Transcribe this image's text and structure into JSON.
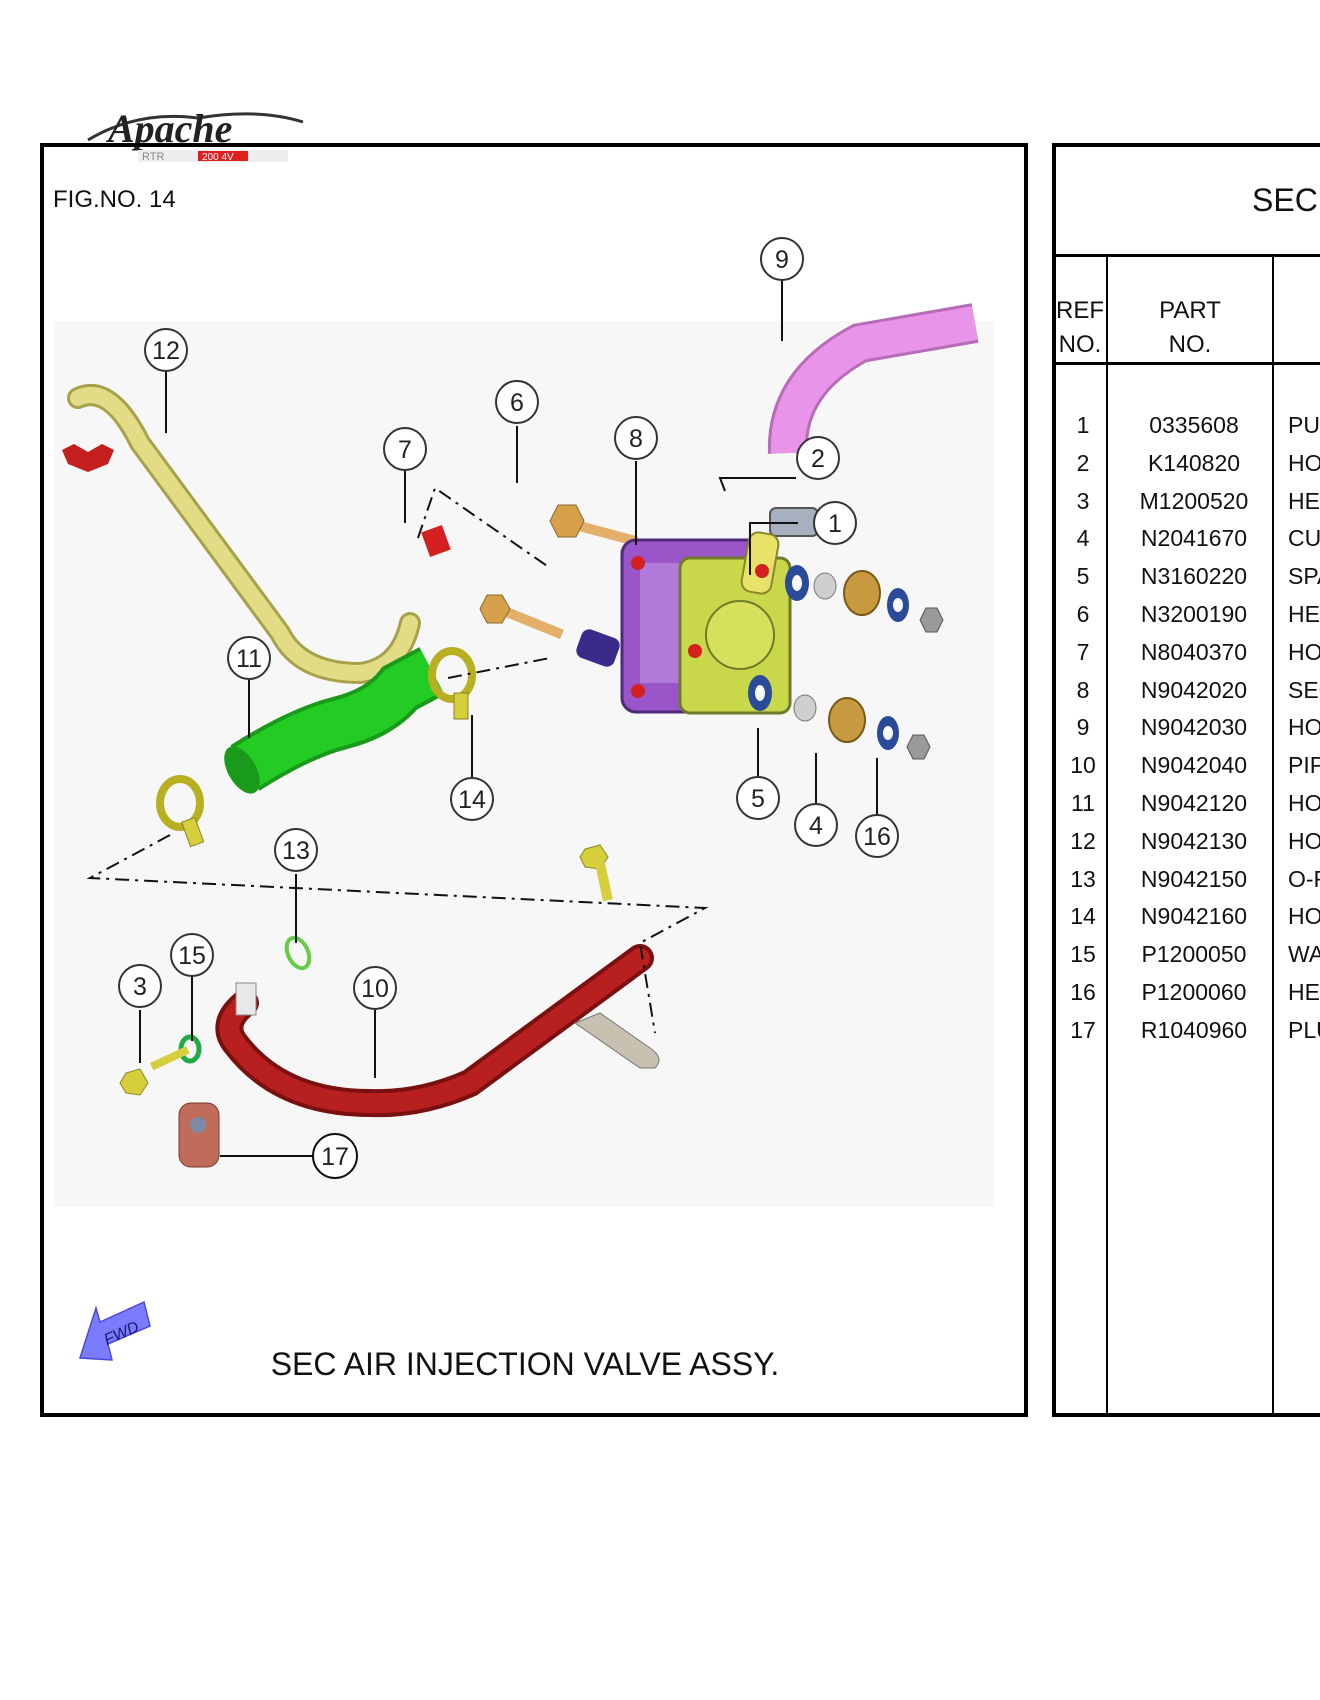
{
  "logo": {
    "text": "Apache",
    "subtext": "RTR 200 4V"
  },
  "figure": {
    "fig_no": "FIG.NO. 14",
    "caption": "SEC AIR INJECTION VALVE ASSY.",
    "fwd_label": "FWD",
    "callouts": [
      "1",
      "2",
      "3",
      "4",
      "5",
      "6",
      "7",
      "8",
      "9",
      "10",
      "11",
      "12",
      "13",
      "14",
      "15",
      "16",
      "17"
    ]
  },
  "parts_table": {
    "title": "SEC",
    "headers": {
      "ref": [
        "REF",
        "NO."
      ],
      "part": [
        "PART",
        "NO."
      ]
    },
    "rows": [
      {
        "ref": "1",
        "part": "0335608",
        "desc": "PUI"
      },
      {
        "ref": "2",
        "part": "K140820",
        "desc": "HOS"
      },
      {
        "ref": "3",
        "part": "M1200520",
        "desc": "HEX"
      },
      {
        "ref": "4",
        "part": "N2041670",
        "desc": "CUS"
      },
      {
        "ref": "5",
        "part": "N3160220",
        "desc": "SPA"
      },
      {
        "ref": "6",
        "part": "N3200190",
        "desc": "HEX"
      },
      {
        "ref": "7",
        "part": "N8040370",
        "desc": "HOS"
      },
      {
        "ref": "8",
        "part": "N9042020",
        "desc": "SEC"
      },
      {
        "ref": "9",
        "part": "N9042030",
        "desc": "HOS"
      },
      {
        "ref": "10",
        "part": "N9042040",
        "desc": "PIP"
      },
      {
        "ref": "11",
        "part": "N9042120",
        "desc": "HOS"
      },
      {
        "ref": "12",
        "part": "N9042130",
        "desc": "HOS"
      },
      {
        "ref": "13",
        "part": "N9042150",
        "desc": "O-F"
      },
      {
        "ref": "14",
        "part": "N9042160",
        "desc": "HOS"
      },
      {
        "ref": "15",
        "part": "P1200050",
        "desc": "WA"
      },
      {
        "ref": "16",
        "part": "P1200060",
        "desc": "HEX"
      },
      {
        "ref": "17",
        "part": "R1040960",
        "desc": "PLU"
      }
    ]
  },
  "colors": {
    "hose_12": "#d8d27a",
    "hose_9": "#e08ce0",
    "hose_11": "#22cc22",
    "pipe_10": "#b01818",
    "valve_body": "#9a55c8",
    "valve_cover": "#c8d84a",
    "fwd_arrow": "#7b7bff"
  }
}
